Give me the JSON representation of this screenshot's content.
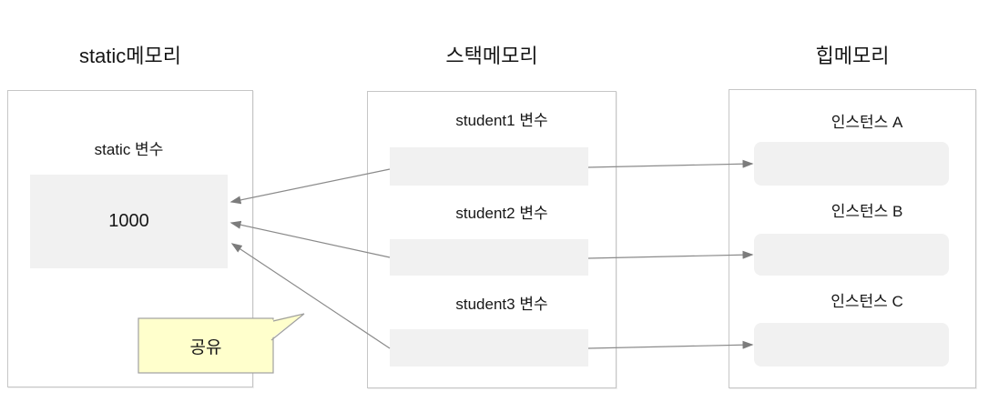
{
  "static_memory": {
    "title": "static메모리",
    "var_label": "static 변수",
    "value": "1000"
  },
  "stack_memory": {
    "title": "스택메모리",
    "items": [
      {
        "label": "student1 변수"
      },
      {
        "label": "student2 변수"
      },
      {
        "label": "student3 변수"
      }
    ]
  },
  "heap_memory": {
    "title": "힙메모리",
    "items": [
      {
        "label": "인스턴스 A"
      },
      {
        "label": "인스턴스 B"
      },
      {
        "label": "인스턴스 C"
      }
    ]
  },
  "callout": {
    "text": "공유"
  },
  "colors": {
    "slot_fill": "#f1f1f1",
    "panel_border": "#c6c6c6",
    "arrow": "#8a8a8a",
    "arrowhead": "#7c7c7c",
    "callout_fill": "#ffffcc",
    "callout_border": "#a0a0a0",
    "text": "#161616"
  }
}
